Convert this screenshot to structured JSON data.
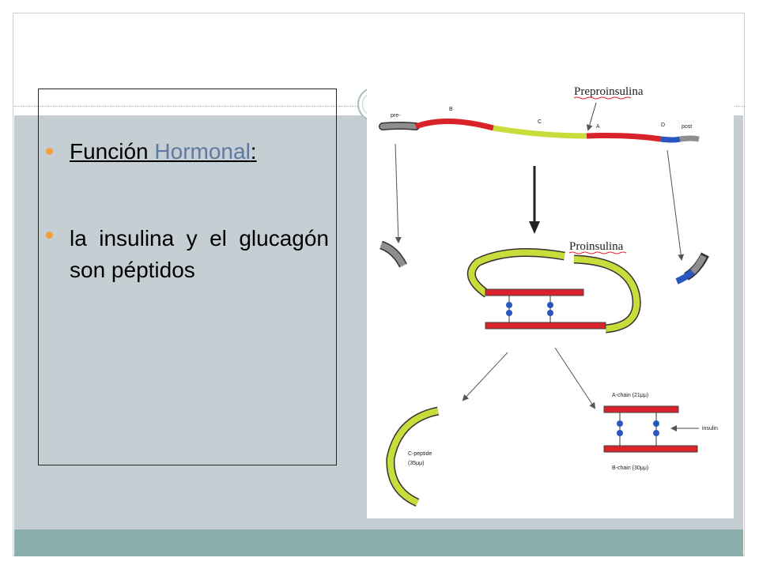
{
  "slide": {
    "heading_prefix": "Función ",
    "heading_link": "Hormonal",
    "heading_suffix": ":",
    "body": " la insulina y el glucagón son péptidos"
  },
  "figure": {
    "title_top": "Preproinsulina",
    "title_mid": "Proinsulina",
    "segment_pre": "pre-",
    "segment_b": "B",
    "segment_c": "C",
    "segment_a": "A",
    "segment_d": "D",
    "segment_post": "post",
    "a_chain": "A-chain (21μμ)",
    "b_chain": "B-chain (30μμ)",
    "insulin": "insulin",
    "c_peptide": "C-peptide",
    "c_peptide_size": "(35μμ)"
  },
  "colors": {
    "red_chain": "#d8232a",
    "yellow_chain": "#c8dc3c",
    "blue_segment": "#2b56c2",
    "gray_segment": "#8e8e8e",
    "bullet": "#f0a13c",
    "link": "#5f79a4"
  }
}
